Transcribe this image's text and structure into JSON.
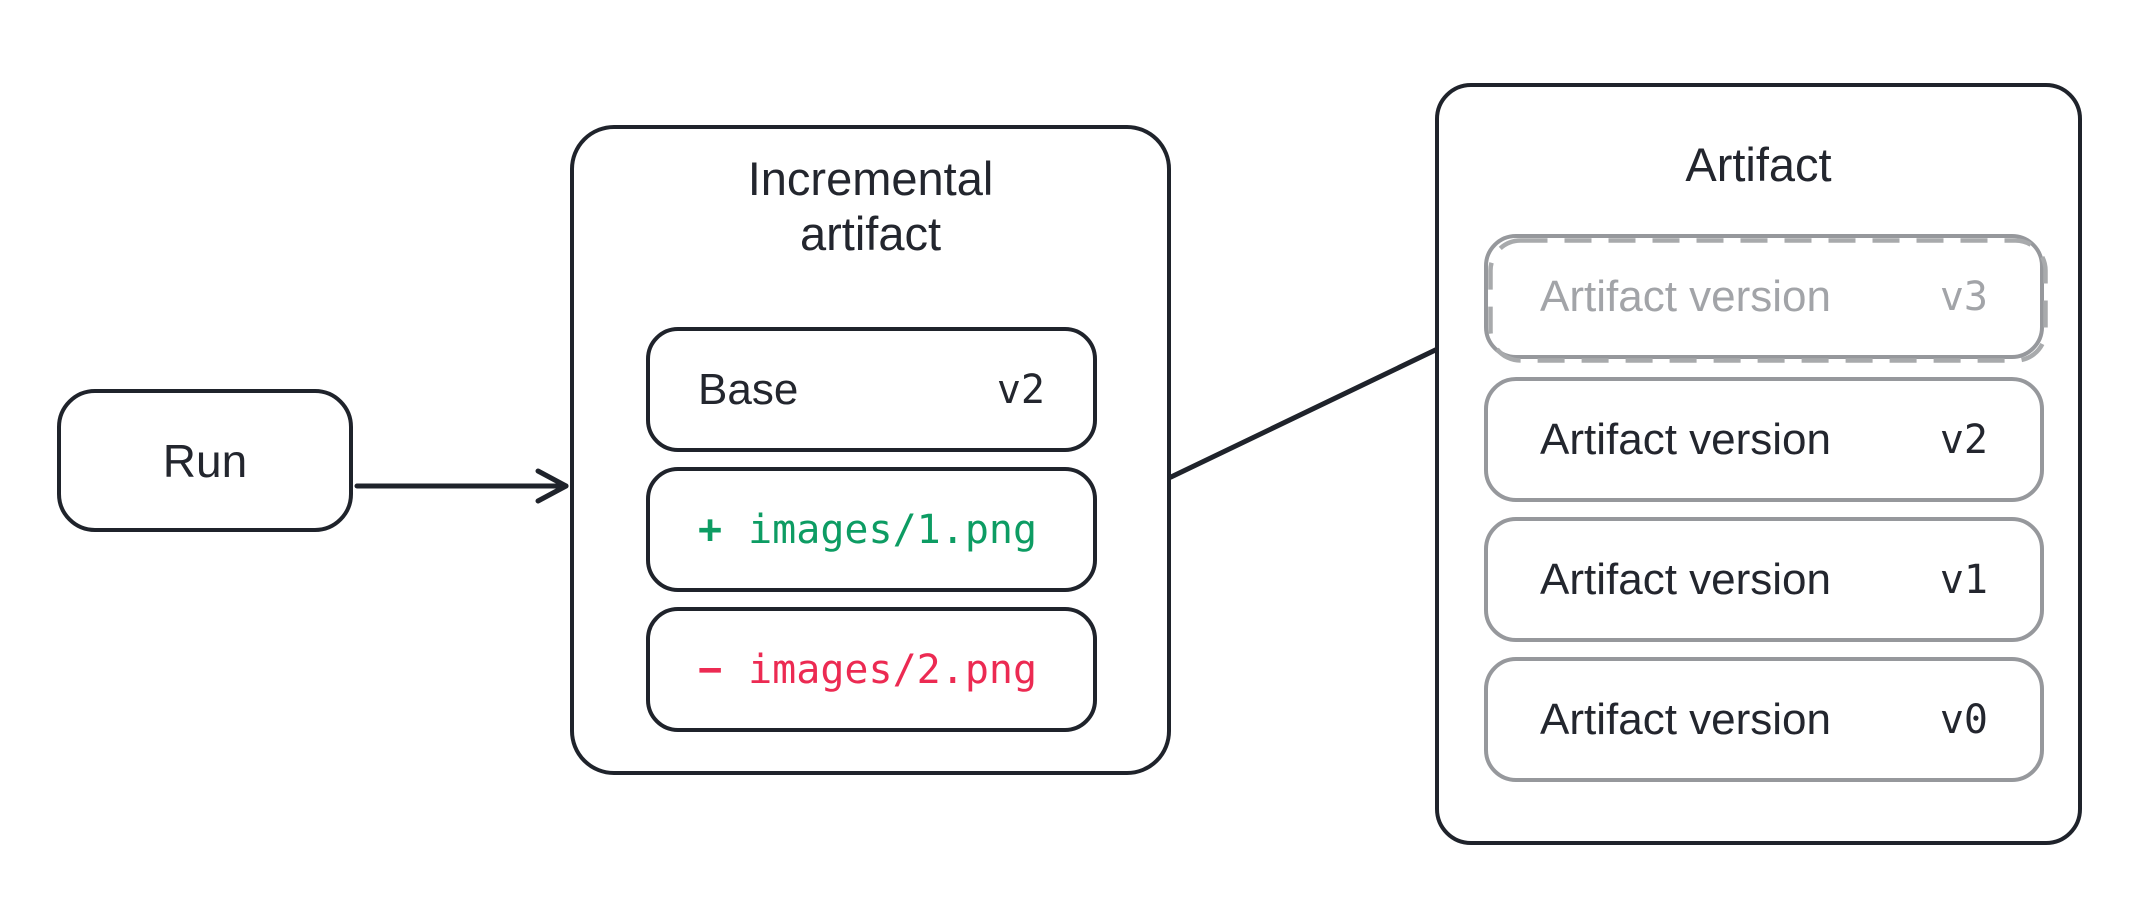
{
  "run": {
    "label": "Run"
  },
  "incremental": {
    "title_line1": "Incremental",
    "title_line2": "artifact",
    "base": {
      "label": "Base",
      "version": "v2"
    },
    "added": {
      "sign": "+",
      "path": "images/1.png"
    },
    "removed": {
      "sign": "−",
      "path": "images/2.png"
    }
  },
  "artifact": {
    "title": "Artifact",
    "pending_version": {
      "label": "Artifact version",
      "version": "v3"
    },
    "versions": [
      {
        "label": "Artifact version",
        "version": "v2"
      },
      {
        "label": "Artifact version",
        "version": "v1"
      },
      {
        "label": "Artifact version",
        "version": "v0"
      }
    ]
  },
  "colors": {
    "outline_dark": "#1f232b",
    "added_green": "#0d9c63",
    "removed_red": "#ec2a52",
    "version_border_gray": "#96989c",
    "pending_gray": "#a2a4a8"
  }
}
